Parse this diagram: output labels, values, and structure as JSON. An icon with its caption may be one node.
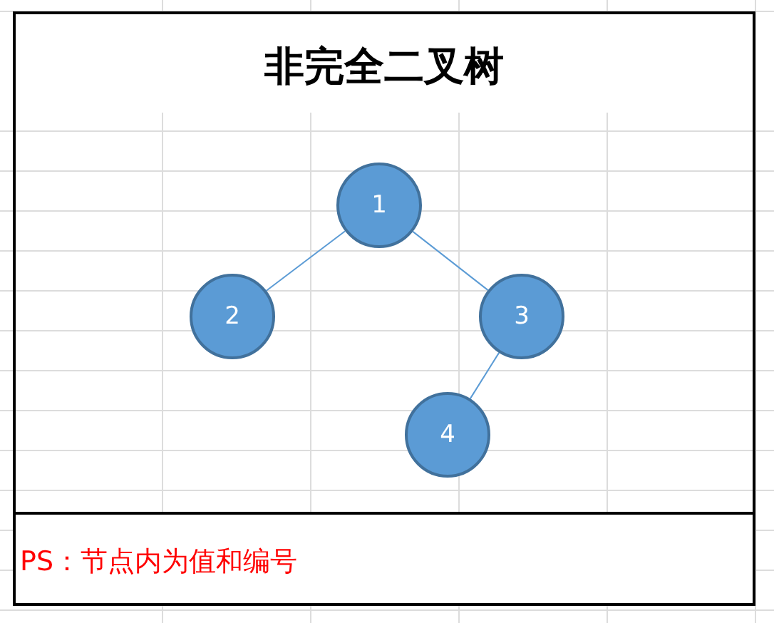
{
  "diagram": {
    "title": "非完全二叉树",
    "nodes": [
      {
        "text": [
          "1"
        ]
      },
      {
        "text": [
          "2"
        ]
      },
      {
        "text": [
          "3"
        ]
      },
      {
        "text": [
          "4"
        ]
      }
    ],
    "edges": [
      {
        "from": 0,
        "to": 1,
        "arrow": "none"
      },
      {
        "from": 0,
        "to": 2,
        "arrow": "none"
      },
      {
        "from": 2,
        "to": 3,
        "arrow": "none"
      }
    ],
    "labels": [
      "PS：节点内为值和编号"
    ]
  }
}
